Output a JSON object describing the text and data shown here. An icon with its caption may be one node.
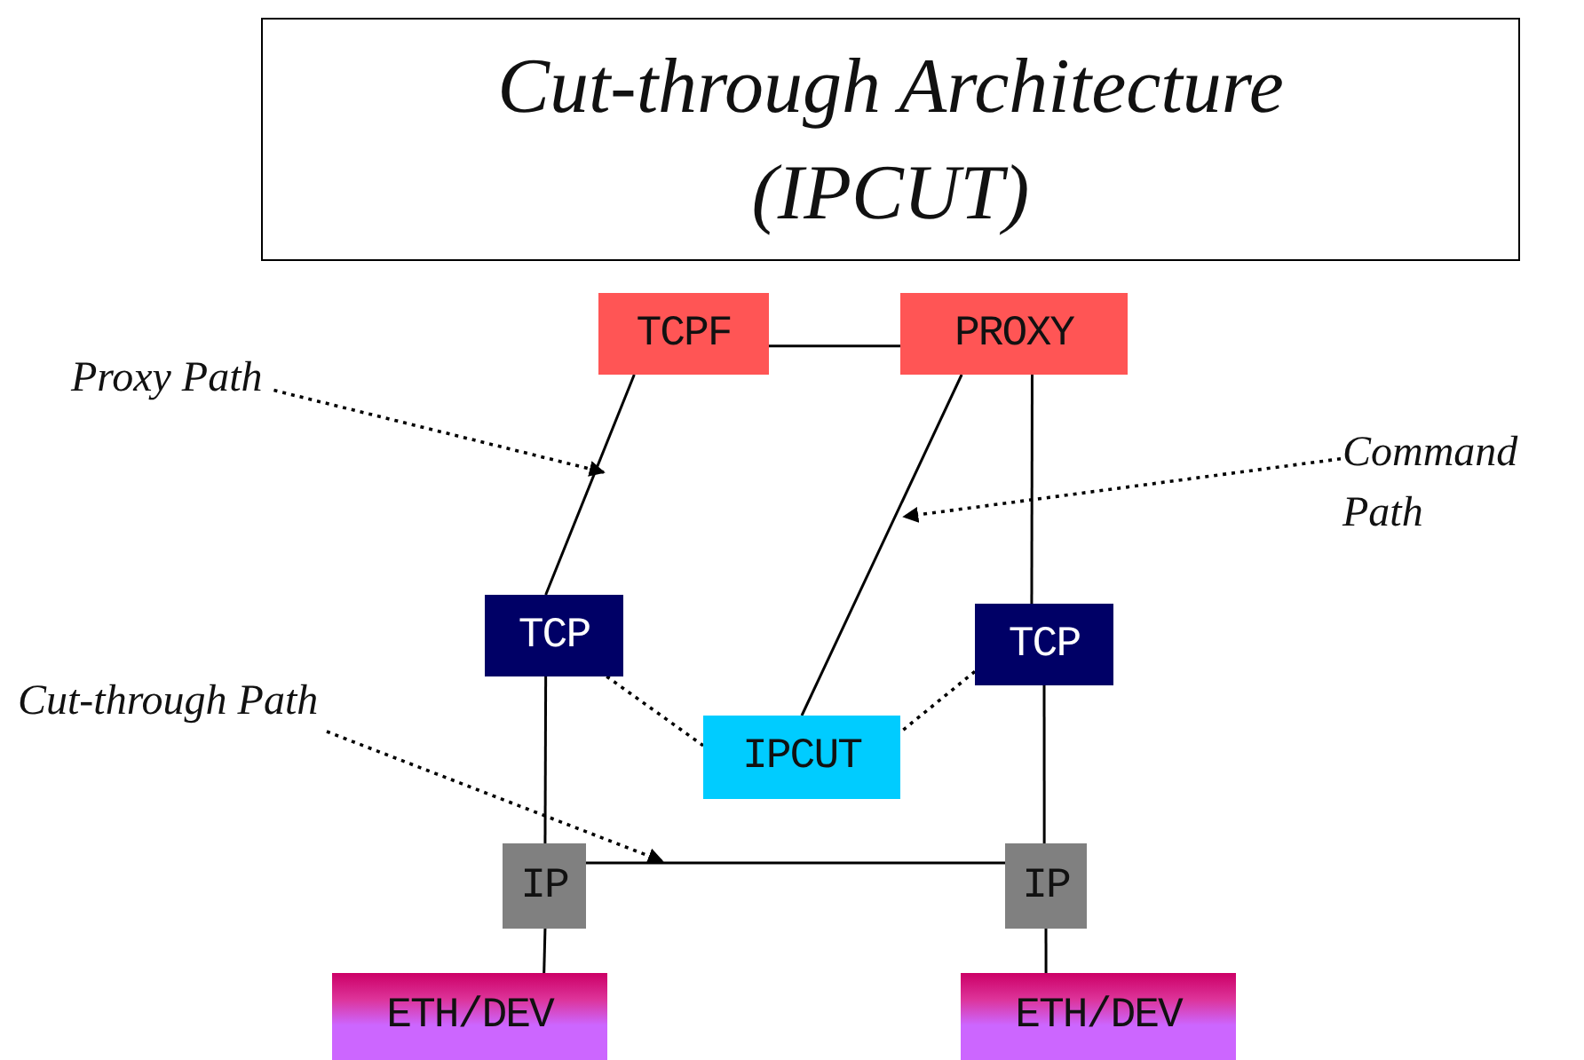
{
  "diagram": {
    "title": "Cut-through Architecture (IPCUT)",
    "nodes": [
      {
        "text": [
          "TCPF"
        ]
      },
      {
        "text": [
          "PROXY"
        ]
      },
      {
        "text": [
          "Proxy Path"
        ]
      },
      {
        "text": [
          "Command Path"
        ]
      },
      {
        "text": [
          "TCP"
        ]
      },
      {
        "text": [
          "TCP"
        ]
      },
      {
        "text": [
          "IPCUT"
        ]
      },
      {
        "text": [
          "Cut-through Path"
        ]
      },
      {
        "text": [
          "IP"
        ]
      },
      {
        "text": [
          "IP"
        ]
      },
      {
        "text": [
          "ETH/DEV"
        ]
      },
      {
        "text": [
          "ETH/DEV"
        ]
      }
    ],
    "edges": [
      {
        "from": 0,
        "to": 1,
        "arrow": "none"
      },
      {
        "from": 0,
        "to": 4,
        "arrow": "none"
      },
      {
        "from": 1,
        "to": 6,
        "arrow": "none"
      },
      {
        "from": 1,
        "to": 5,
        "arrow": "none"
      },
      {
        "from": 4,
        "to": 6,
        "arrow": "none",
        "style": "dashed"
      },
      {
        "from": 5,
        "to": 6,
        "arrow": "none",
        "style": "dashed"
      },
      {
        "from": 4,
        "to": 8,
        "arrow": "none"
      },
      {
        "from": 5,
        "to": 9,
        "arrow": "none"
      },
      {
        "from": 8,
        "to": 9,
        "arrow": "none"
      },
      {
        "from": 8,
        "to": 10,
        "arrow": "none"
      },
      {
        "from": 9,
        "to": 11,
        "arrow": "none"
      },
      {
        "from": 2,
        "to": null,
        "arrow": "to",
        "style": "dashed"
      },
      {
        "from": 3,
        "to": null,
        "arrow": "to",
        "style": "dashed"
      },
      {
        "from": 7,
        "to": null,
        "arrow": "to",
        "style": "dashed"
      }
    ]
  }
}
